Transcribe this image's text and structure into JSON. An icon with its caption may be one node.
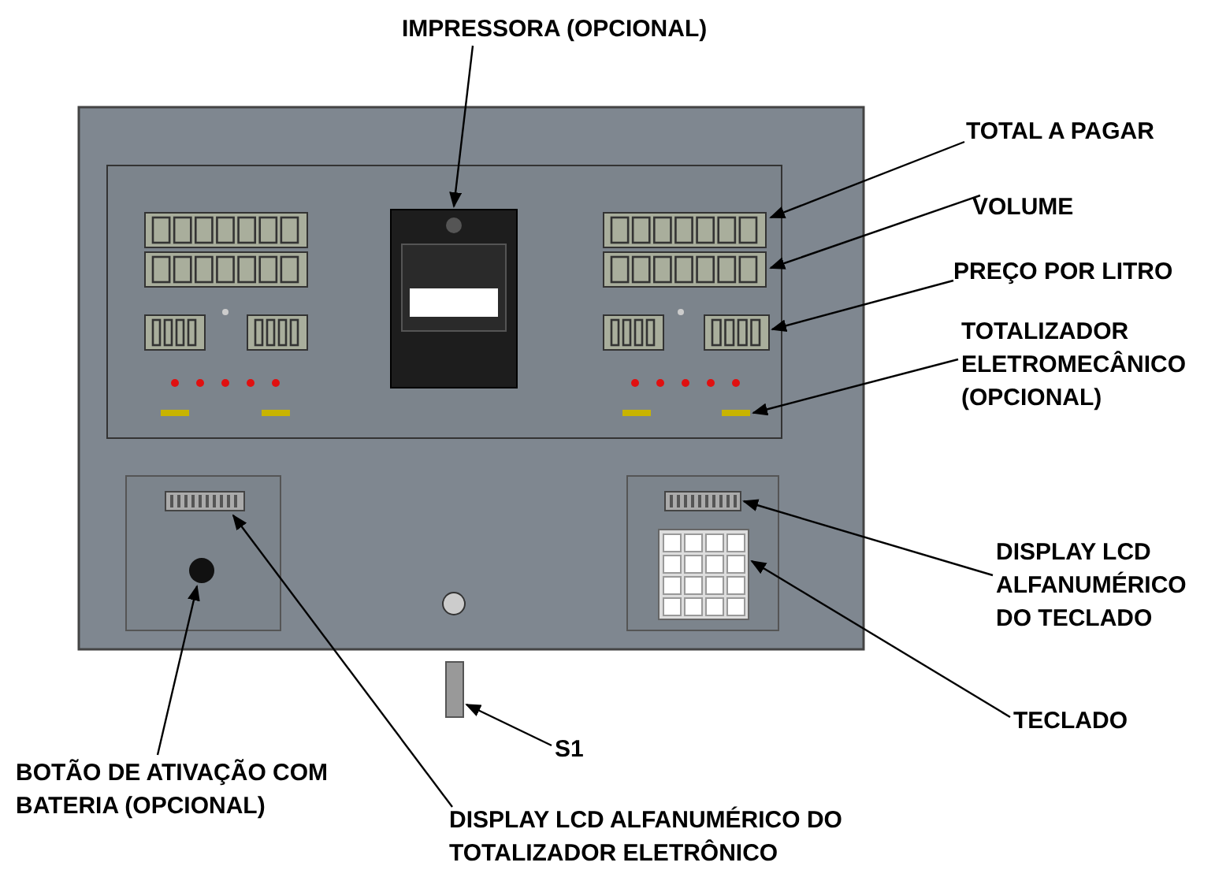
{
  "diagram": {
    "nodes": [
      {
        "text": [
          "IMPRESSORA (OPCIONAL)"
        ]
      },
      {
        "text": [],
        "shape": "box"
      },
      {
        "text": [
          "TOTAL A PAGAR"
        ]
      },
      {
        "text": [],
        "shape": "box"
      },
      {
        "text": [
          "VOLUME"
        ]
      },
      {
        "text": [],
        "shape": "box"
      },
      {
        "text": [
          "PREÇO POR LITRO"
        ]
      },
      {
        "text": [],
        "shape": "box"
      },
      {
        "text": [
          "TOTALIZADOR ELETROMECÂNICO (OPCIONAL)"
        ]
      },
      {
        "text": [],
        "shape": "box"
      },
      {
        "text": [
          "DISPLAY LCD ALFANUMÉRICO DO TECLADO"
        ]
      },
      {
        "text": [],
        "shape": "box"
      },
      {
        "text": [
          "TECLADO"
        ]
      },
      {
        "text": [],
        "shape": "box"
      },
      {
        "text": [
          "S1"
        ]
      },
      {
        "text": [],
        "shape": "box"
      },
      {
        "text": [
          "BOTÃO DE ATIVAÇÃO COM BATERIA (OPCIONAL)"
        ]
      },
      {
        "text": [],
        "shape": "circle"
      },
      {
        "text": [
          "DISPLAY LCD ALFANUMÉRICO DO TOTALIZADOR ELETRÔNICO"
        ]
      },
      {
        "text": [],
        "shape": "box"
      }
    ],
    "edges": [
      {
        "from": 0,
        "to": 1,
        "arrow": "to"
      },
      {
        "from": 2,
        "to": 3,
        "arrow": "to"
      },
      {
        "from": 4,
        "to": 5,
        "arrow": "to"
      },
      {
        "from": 6,
        "to": 7,
        "arrow": "to"
      },
      {
        "from": 8,
        "to": 9,
        "arrow": "to"
      },
      {
        "from": 10,
        "to": 11,
        "arrow": "to"
      },
      {
        "from": 12,
        "to": 13,
        "arrow": "to"
      },
      {
        "from": 14,
        "to": 15,
        "arrow": "to"
      },
      {
        "from": 16,
        "to": 17,
        "arrow": "to"
      },
      {
        "from": 18,
        "to": 19,
        "arrow": "to"
      }
    ]
  }
}
